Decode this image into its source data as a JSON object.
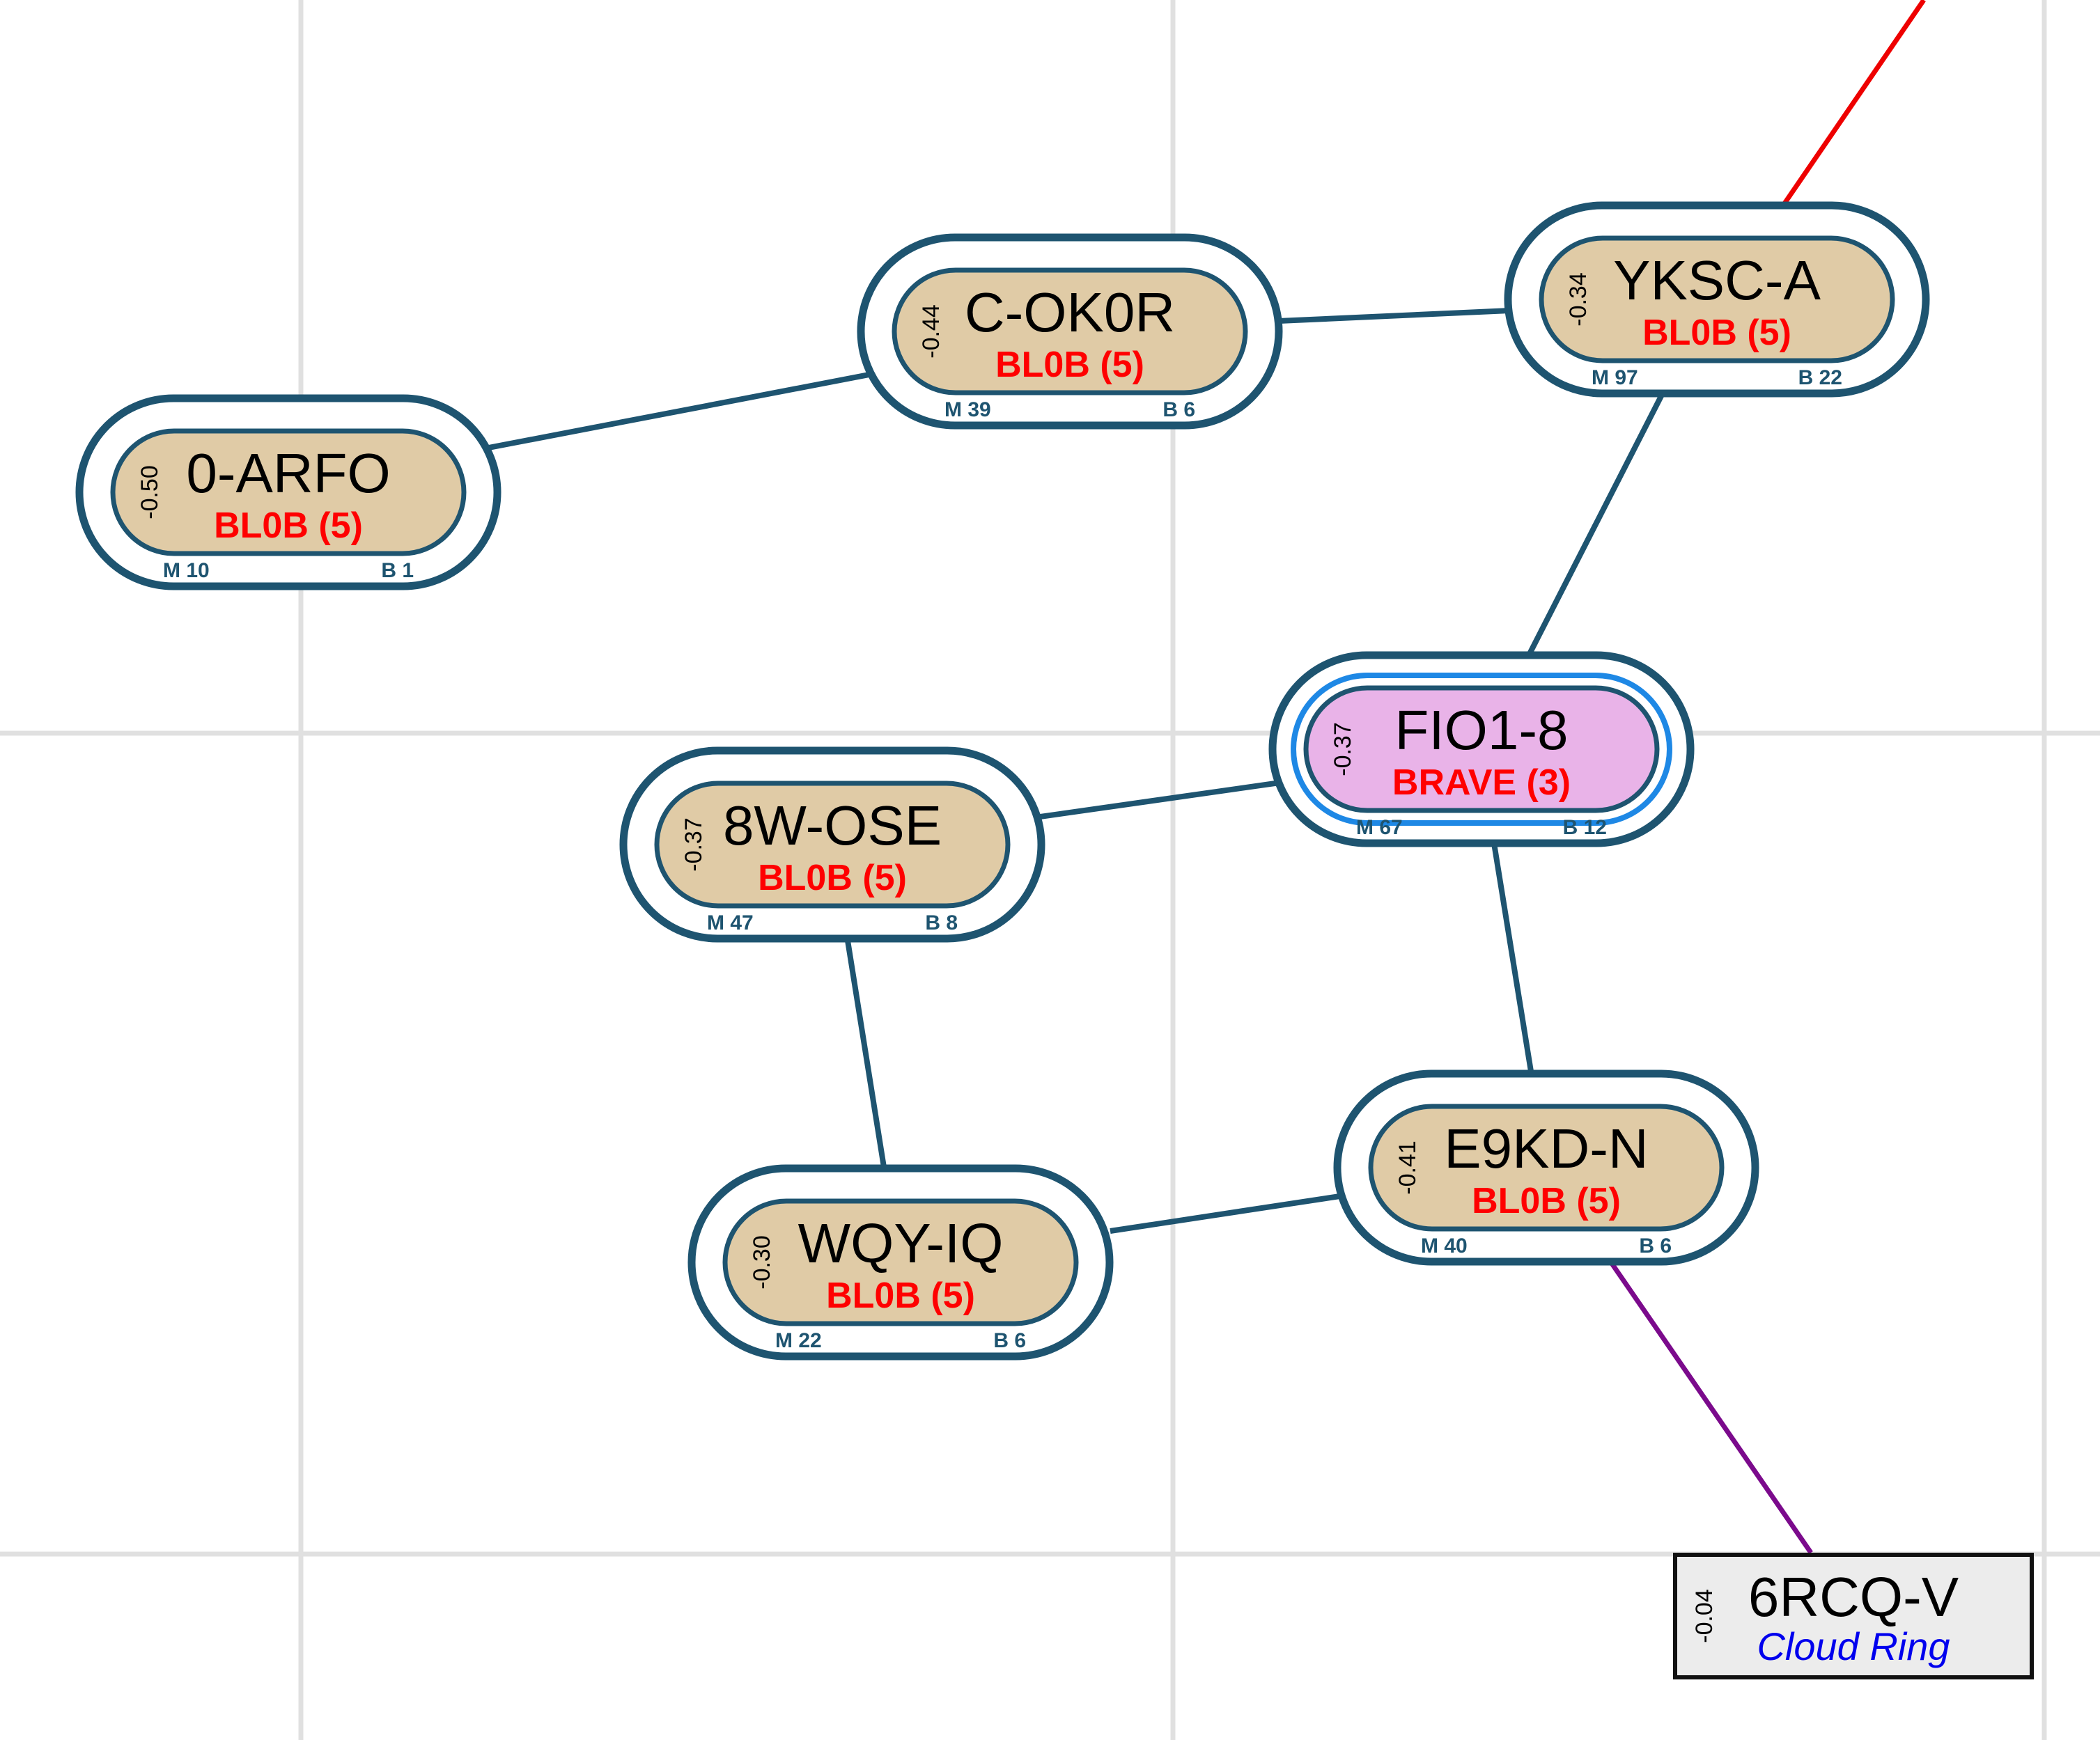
{
  "colors": {
    "grid": "#e0e0e0",
    "node_outline": "#1e5470",
    "node_fill": "#e0cba6",
    "highlight_fill": "#e9b3e8",
    "highlight_ring": "#1e88e5",
    "alliance_text": "#ff0000",
    "edge": "#1e5470",
    "edge_red": "#ee0000",
    "edge_purple": "#7b0a8c",
    "region_text": "#0000ee",
    "external_fill": "#ececec",
    "external_outline": "#111111"
  },
  "nodes": [
    {
      "id": "0-ARFO",
      "name": "0-ARFO",
      "alliance": "BL0B (5)",
      "security": "-0.50",
      "m": "M 10",
      "b": "B 1"
    },
    {
      "id": "C-OK0R",
      "name": "C-OK0R",
      "alliance": "BL0B (5)",
      "security": "-0.44",
      "m": "M 39",
      "b": "B 6"
    },
    {
      "id": "YKSC-A",
      "name": "YKSC-A",
      "alliance": "BL0B (5)",
      "security": "-0.34",
      "m": "M 97",
      "b": "B 22"
    },
    {
      "id": "FIO1-8",
      "name": "FIO1-8",
      "alliance": "BRAVE (3)",
      "security": "-0.37",
      "m": "M 67",
      "b": "B 12",
      "highlight": true
    },
    {
      "id": "8W-OSE",
      "name": "8W-OSE",
      "alliance": "BL0B (5)",
      "security": "-0.37",
      "m": "M 47",
      "b": "B 8"
    },
    {
      "id": "E9KD-N",
      "name": "E9KD-N",
      "alliance": "BL0B (5)",
      "security": "-0.41",
      "m": "M 40",
      "b": "B 6"
    },
    {
      "id": "WQY-IQ",
      "name": "WQY-IQ",
      "alliance": "BL0B (5)",
      "security": "-0.30",
      "m": "M 22",
      "b": "B 6"
    }
  ],
  "external_node": {
    "id": "6RCQ-V",
    "name": "6RCQ-V",
    "region": "Cloud Ring",
    "security": "-0.04"
  },
  "edges": [
    {
      "from": "0-ARFO",
      "to": "C-OK0R",
      "kind": "normal"
    },
    {
      "from": "C-OK0R",
      "to": "YKSC-A",
      "kind": "normal"
    },
    {
      "from": "YKSC-A",
      "to": "FIO1-8",
      "kind": "normal"
    },
    {
      "from": "FIO1-8",
      "to": "8W-OSE",
      "kind": "normal"
    },
    {
      "from": "FIO1-8",
      "to": "E9KD-N",
      "kind": "normal"
    },
    {
      "from": "8W-OSE",
      "to": "WQY-IQ",
      "kind": "normal"
    },
    {
      "from": "WQY-IQ",
      "to": "E9KD-N",
      "kind": "normal"
    },
    {
      "from": "E9KD-N",
      "to": "6RCQ-V",
      "kind": "region"
    },
    {
      "from": "YKSC-A",
      "to": "offscreen",
      "kind": "constellation"
    }
  ]
}
